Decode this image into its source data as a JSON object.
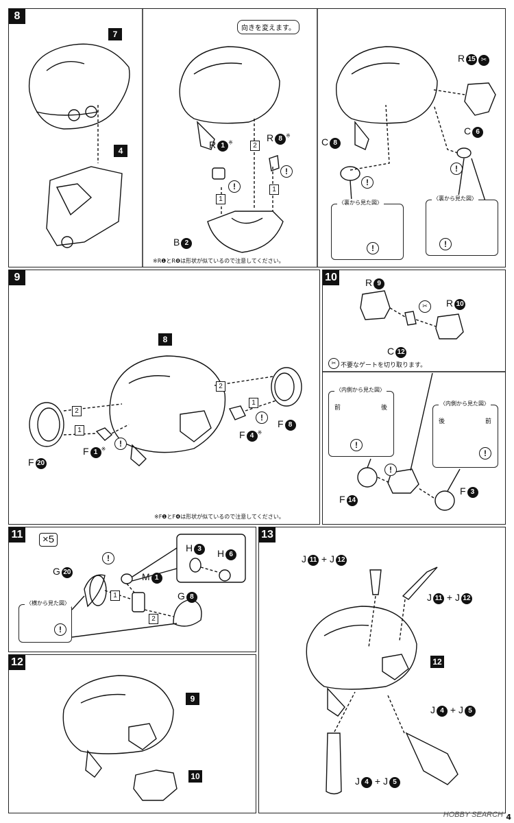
{
  "steps": {
    "s8": "8",
    "s9": "9",
    "s10": "10",
    "s11": "11",
    "s12": "12",
    "s13": "13"
  },
  "step8": {
    "callout": "向きを変えます。",
    "sub7": "7",
    "sub4": "4",
    "seq1": "1",
    "seq2": "2",
    "seq3": "1",
    "R1": "R",
    "R1n": "1",
    "R8": "R",
    "R8n": "8",
    "B2": "B",
    "B2n": "2",
    "R15": "R",
    "R15n": "15",
    "C8": "C",
    "C8n": "8",
    "C6": "C",
    "C6n": "6",
    "view_left": "〈裏から見た図〉",
    "view_right": "〈裏から見た図〉",
    "note": "※R❶とR❽は形状が似ているので注意してください。"
  },
  "step9": {
    "sub8": "8",
    "seq_top": "2",
    "seq_left2": "2",
    "seq_left1": "1",
    "seq_right1": "1",
    "F20": "F",
    "F20n": "20",
    "F1": "F",
    "F1n": "1",
    "F4": "F",
    "F4n": "4",
    "F8": "F",
    "F8n": "8",
    "note": "※F❶とF❹は形状が似ているので注意してください。"
  },
  "step10": {
    "R9": "R",
    "R9n": "9",
    "R10": "R",
    "R10n": "10",
    "C12": "C",
    "C12n": "12",
    "gate_note": "不要なゲートを切り取ります。",
    "view_left": "〈内側から見た図〉",
    "view_right": "〈内側から見た図〉",
    "front": "前",
    "back": "後",
    "F14": "F",
    "F14n": "14",
    "F3": "F",
    "F3n": "3"
  },
  "step11": {
    "multiplier": "×5",
    "H3": "H",
    "H3n": "3",
    "H6": "H",
    "H6n": "6",
    "G20": "G",
    "G20n": "20",
    "M1": "M",
    "M1n": "1",
    "G8": "G",
    "G8n": "8",
    "seq1": "1",
    "seq2": "2",
    "view": "〈横から見た図〉"
  },
  "step12": {
    "sub9": "9",
    "sub10": "10"
  },
  "step13": {
    "J11a": "J",
    "J11an": "11",
    "J12a": "J",
    "J12an": "12",
    "J11b": "J",
    "J11bn": "11",
    "J12b": "J",
    "J12bn": "12",
    "J4a": "J",
    "J4an": "4",
    "J5a": "J",
    "J5an": "5",
    "J4b": "J",
    "J4bn": "4",
    "J5b": "J",
    "J5bn": "5",
    "plus": "+",
    "sub12": "12"
  },
  "footer": {
    "page": "4",
    "watermark": "HOBBY SEARCH"
  },
  "icons": {
    "exclamation": "exclamation-icon",
    "hobby_logo": "hobby-search-logo"
  }
}
